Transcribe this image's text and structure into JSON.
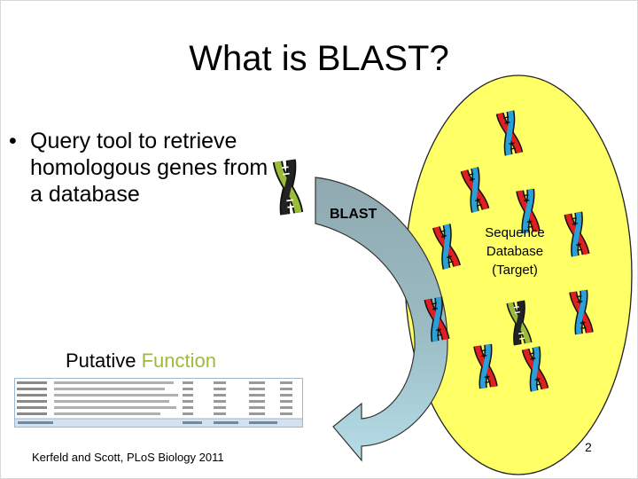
{
  "slide": {
    "title": "What is BLAST?",
    "bullets": [
      {
        "marker": "•",
        "text": "Query tool to retrieve homologous genes from a database"
      }
    ],
    "arrow_label": "BLAST",
    "database_label": [
      "Sequence",
      "Database",
      "(Target)"
    ],
    "result_label": {
      "prefix": "Putative ",
      "highlight": "Function"
    },
    "citation": "Kerfeld and Scott, PLoS Biology 2011",
    "page_number": "2"
  },
  "icons": [
    "dna-query-icon",
    "dna-database-icon",
    "dna-match-icon",
    "results-table-image"
  ],
  "colors": {
    "ellipse_fill": "#ffff66",
    "arrow_top": "#8fa9b0",
    "arrow_bottom": "#a9d4e0",
    "dna_red": "#e02020",
    "dna_blue": "#2aa0d8",
    "dna_green": "#9bbb3a",
    "dna_black": "#111111",
    "highlight": "#9bbb3a"
  }
}
